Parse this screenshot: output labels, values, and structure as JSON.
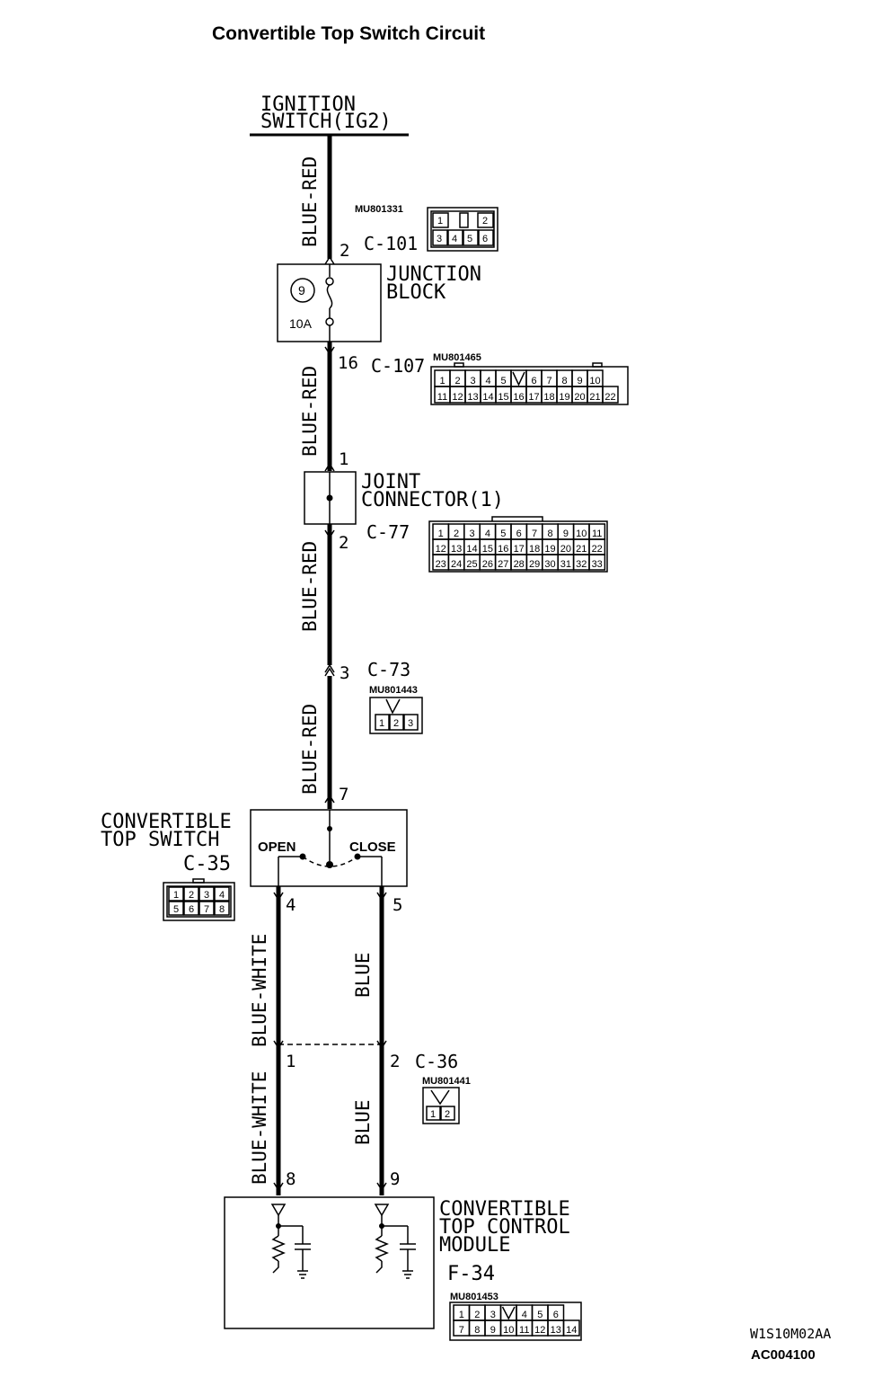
{
  "title": "Convertible Top Switch Circuit",
  "power_source": {
    "line1": "IGNITION",
    "line2": "SWITCH(IG2)"
  },
  "wires": {
    "w1": "BLUE-RED",
    "w2": "BLUE-RED",
    "w3": "BLUE-RED",
    "w4": "BLUE-RED",
    "w5": "BLUE-WHITE",
    "w6": "BLUE",
    "w7": "BLUE-WHITE",
    "w8": "BLUE"
  },
  "junction_block": {
    "line1": "JUNCTION",
    "line2": "BLOCK",
    "fuse_number": "9",
    "fuse_rating": "10A"
  },
  "joint_connector": {
    "line1": "JOINT",
    "line2": "CONNECTOR(1)"
  },
  "convertible_top_switch": {
    "line1": "CONVERTIBLE",
    "line2": "TOP SWITCH",
    "connector": "C-35",
    "open_label": "OPEN",
    "close_label": "CLOSE"
  },
  "control_module": {
    "line1": "CONVERTIBLE",
    "line2": "TOP CONTROL",
    "line3": "MODULE",
    "connector": "F-34"
  },
  "connectors": {
    "c101": {
      "id": "C-101",
      "part": "MU801331",
      "rows": [
        [
          "1",
          "",
          "2"
        ],
        [
          "3",
          "4",
          "5",
          "6"
        ]
      ]
    },
    "c107": {
      "id": "C-107",
      "part": "MU801465",
      "rows": [
        [
          "1",
          "2",
          "3",
          "4",
          "5",
          "",
          "6",
          "7",
          "8",
          "9",
          "10"
        ],
        [
          "11",
          "12",
          "13",
          "14",
          "15",
          "16",
          "17",
          "18",
          "19",
          "20",
          "21",
          "22"
        ]
      ]
    },
    "c77": {
      "id": "C-77",
      "rows": [
        [
          "1",
          "2",
          "3",
          "4",
          "5",
          "6",
          "7",
          "8",
          "9",
          "10",
          "11"
        ],
        [
          "12",
          "13",
          "14",
          "15",
          "16",
          "17",
          "18",
          "19",
          "20",
          "21",
          "22"
        ],
        [
          "23",
          "24",
          "25",
          "26",
          "27",
          "28",
          "29",
          "30",
          "31",
          "32",
          "33"
        ]
      ]
    },
    "c73": {
      "id": "C-73",
      "part": "MU801443",
      "rows": [
        [
          "1",
          "2",
          "3"
        ]
      ]
    },
    "c35": {
      "rows": [
        [
          "1",
          "2",
          "3",
          "4"
        ],
        [
          "5",
          "6",
          "7",
          "8"
        ]
      ]
    },
    "c36": {
      "id": "C-36",
      "part": "MU801441",
      "rows": [
        [
          "1",
          "2"
        ]
      ]
    },
    "f34": {
      "part": "MU801453",
      "rows": [
        [
          "1",
          "2",
          "3",
          "",
          "4",
          "5",
          "6"
        ],
        [
          "7",
          "8",
          "9",
          "10",
          "11",
          "12",
          "13",
          "14"
        ]
      ]
    }
  },
  "pins": {
    "c101_pin": "2",
    "c107_pin": "16",
    "jc_in_pin": "1",
    "jc_out_pin": "2",
    "c73_pin": "3",
    "sw_in_pin": "7",
    "sw_open_pin": "4",
    "sw_close_pin": "5",
    "c36_pin_left": "1",
    "c36_pin_right": "2",
    "mod_pin_left": "8",
    "mod_pin_right": "9"
  },
  "footer": {
    "code1": "W1S10M02AA",
    "code2": "AC004100"
  }
}
